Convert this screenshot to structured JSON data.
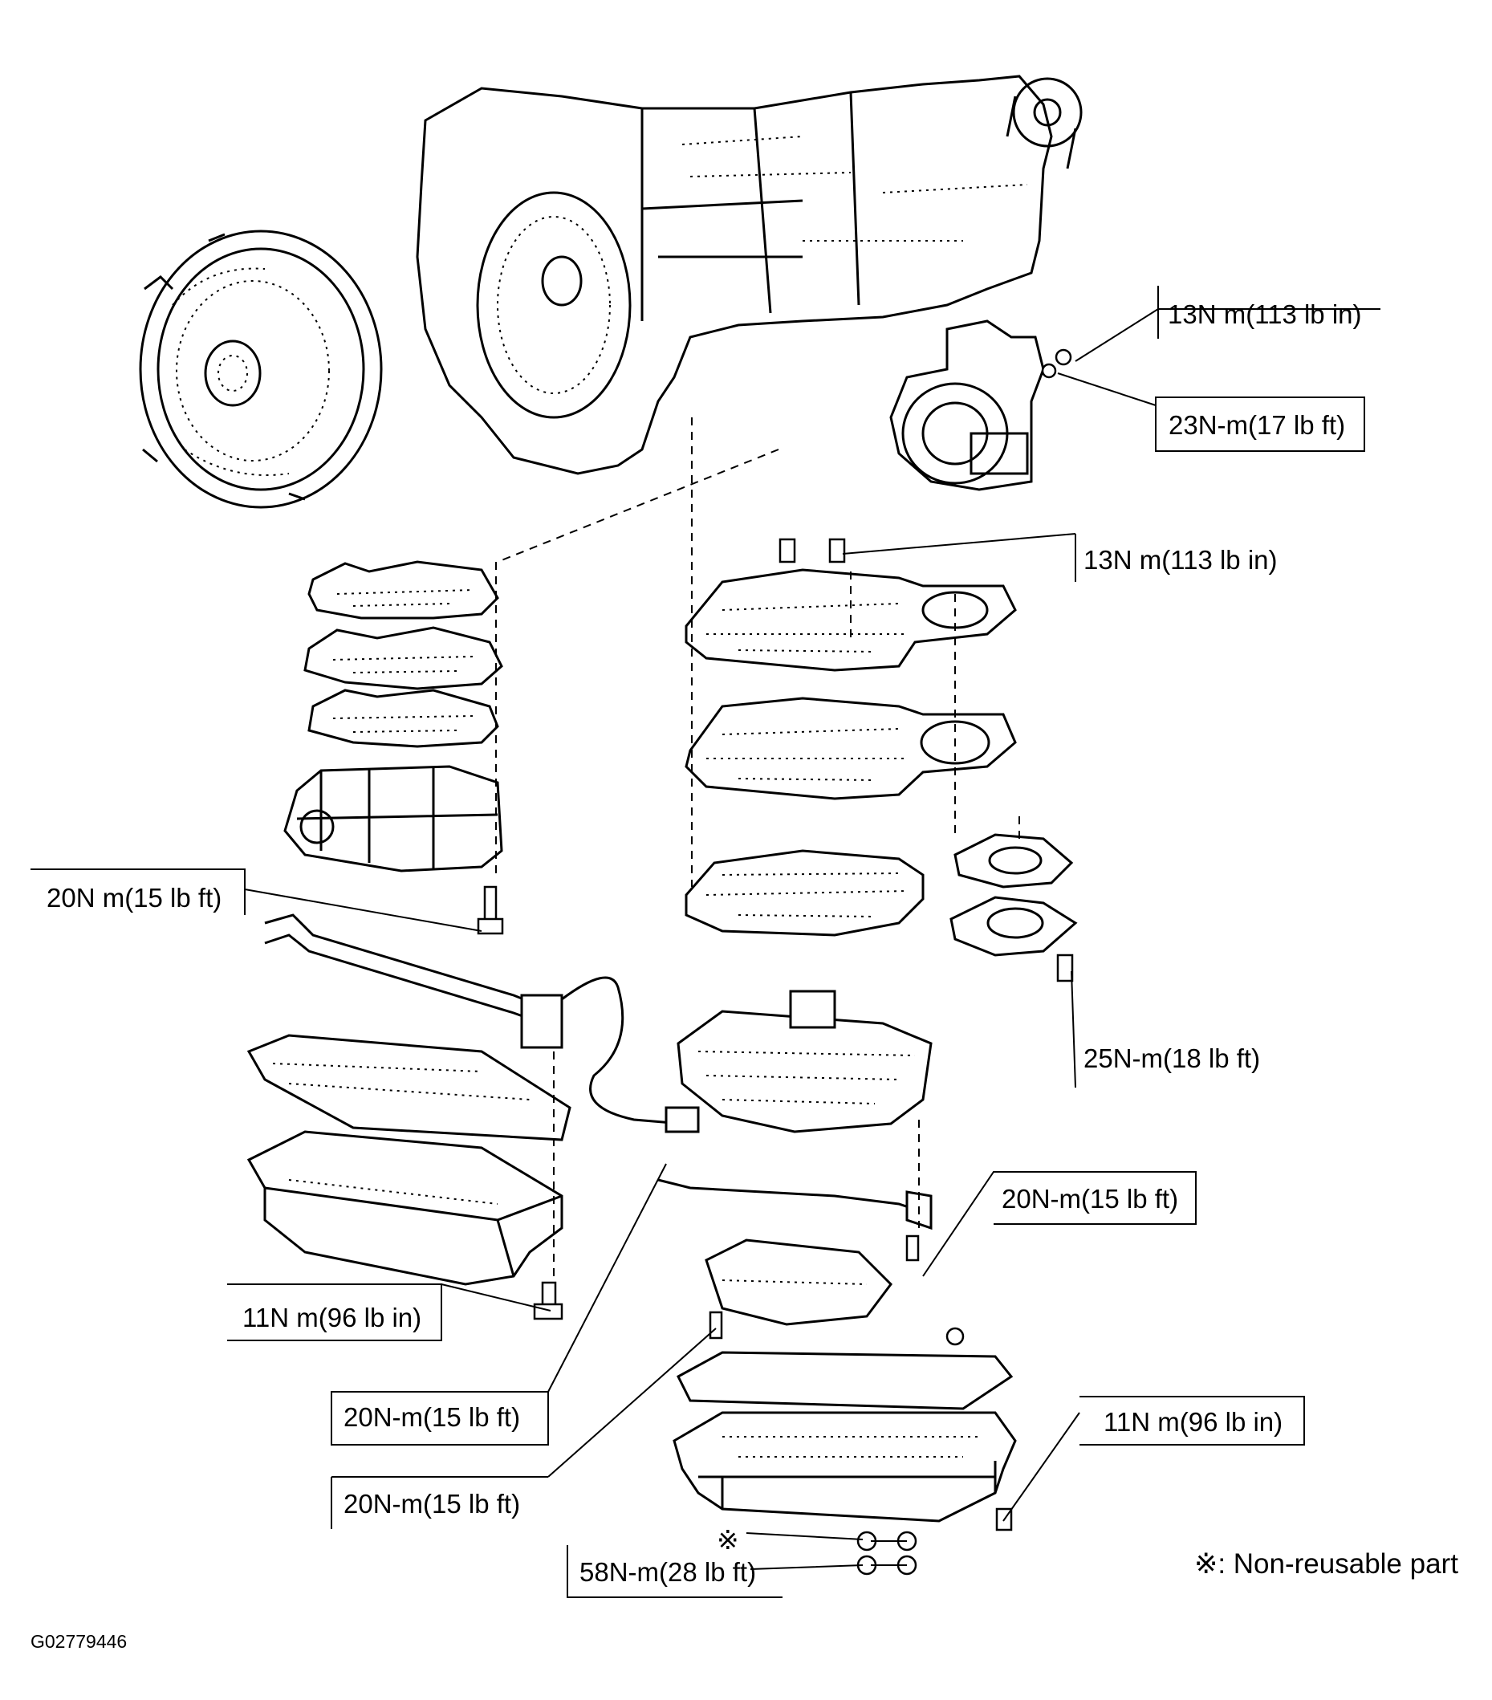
{
  "callouts": [
    {
      "id": "c1",
      "text": "13N m(113 lb in)"
    },
    {
      "id": "c2",
      "text": "23N-m(17 lb ft)"
    },
    {
      "id": "c3",
      "text": "13N m(113 lb in)"
    },
    {
      "id": "c4",
      "text": "20N m(15 lb ft)"
    },
    {
      "id": "c5",
      "text": "25N-m(18 lb ft)"
    },
    {
      "id": "c6",
      "text": "20N-m(15 lb ft)"
    },
    {
      "id": "c7",
      "text": "11N m(96 lb in)"
    },
    {
      "id": "c8",
      "text": "20N-m(15 lb ft)"
    },
    {
      "id": "c9",
      "text": "20N-m(15 lb ft)"
    },
    {
      "id": "c10",
      "text": "11N m(96 lb in)"
    },
    {
      "id": "c11",
      "text": "58N-m(28 lb ft)"
    }
  ],
  "non_reusable_marker": "※",
  "legend": {
    "text": "※: Non-reusable part"
  },
  "figure_code": "G02779446"
}
